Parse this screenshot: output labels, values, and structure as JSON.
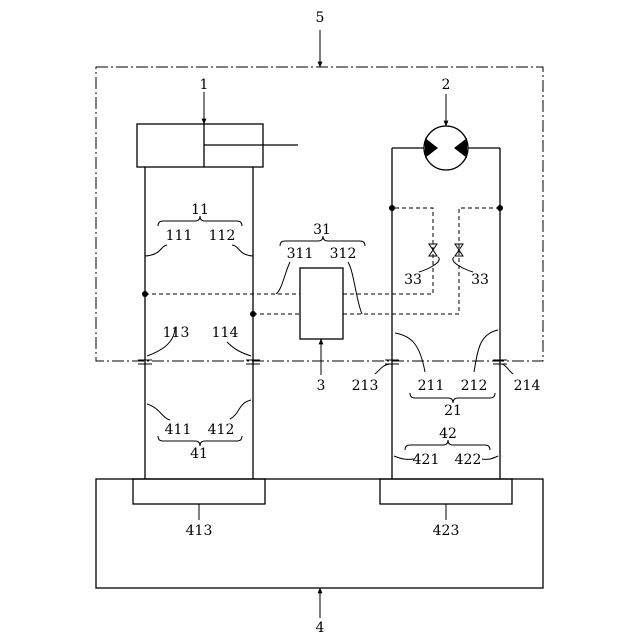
{
  "labels": {
    "l1": "1",
    "l2": "2",
    "l3": "3",
    "l4": "4",
    "l5": "5",
    "l11": "11",
    "l111": "111",
    "l112": "112",
    "l113": "113",
    "l114": "114",
    "l21": "21",
    "l211": "211",
    "l212": "212",
    "l213": "213",
    "l214": "214",
    "l31": "31",
    "l311": "311",
    "l312": "312",
    "l33a": "33",
    "l33b": "33",
    "l41": "41",
    "l411": "411",
    "l412": "412",
    "l413": "413",
    "l42": "42",
    "l421": "421",
    "l422": "422",
    "l423": "423"
  }
}
